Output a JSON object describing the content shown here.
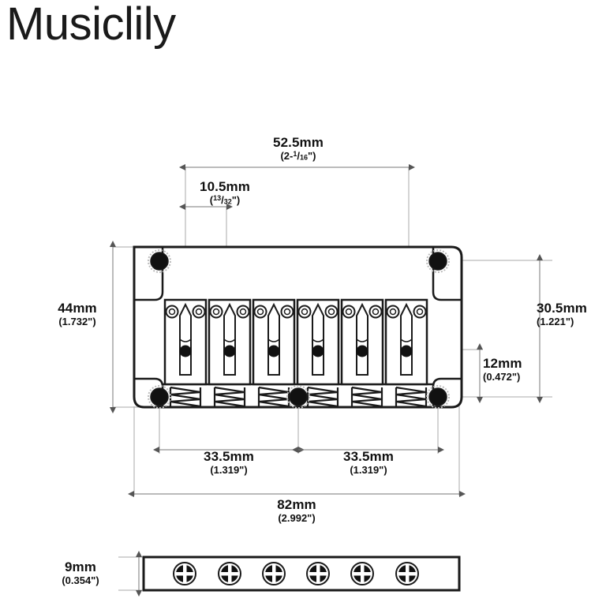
{
  "brand": {
    "name": "Musiclily"
  },
  "diagram": {
    "title": "Guitar bridge technical drawing",
    "views": {
      "top": "top-view-bridge-plate",
      "side": "side-view-bridge-plate"
    },
    "colors": {
      "line": "#1a1a1a",
      "dimension_line": "#8c8c8c",
      "fill": "#ffffff",
      "hole_fill": "#111111",
      "text": "#111111"
    },
    "saddle_count": 6,
    "string_hole_count": 6,
    "top_mount_hole_count": 2,
    "bottom_mount_hole_count": 3
  },
  "dimensions": {
    "string_spacing_total": {
      "metric": "52.5mm",
      "imperial_prefix": "(2-",
      "imperial_num": "1",
      "imperial_den": "16",
      "imperial_suffix": "\")"
    },
    "string_spacing_single": {
      "metric": "10.5mm",
      "imperial_prefix": "(",
      "imperial_num": "13",
      "imperial_den": "32",
      "imperial_suffix": "\")"
    },
    "plate_depth": {
      "metric": "44mm",
      "imperial": "(1.732\")"
    },
    "mount_hole_depth": {
      "metric": "30.5mm",
      "imperial": "(1.221\")"
    },
    "saddle_to_hole": {
      "metric": "12mm",
      "imperial": "(0.472\")"
    },
    "mount_spacing_left": {
      "metric": "33.5mm",
      "imperial": "(1.319\")"
    },
    "mount_spacing_right": {
      "metric": "33.5mm",
      "imperial": "(1.319\")"
    },
    "plate_width": {
      "metric": "82mm",
      "imperial": "(2.992\")"
    },
    "plate_thickness": {
      "metric": "9mm",
      "imperial": "(0.354\")"
    }
  }
}
